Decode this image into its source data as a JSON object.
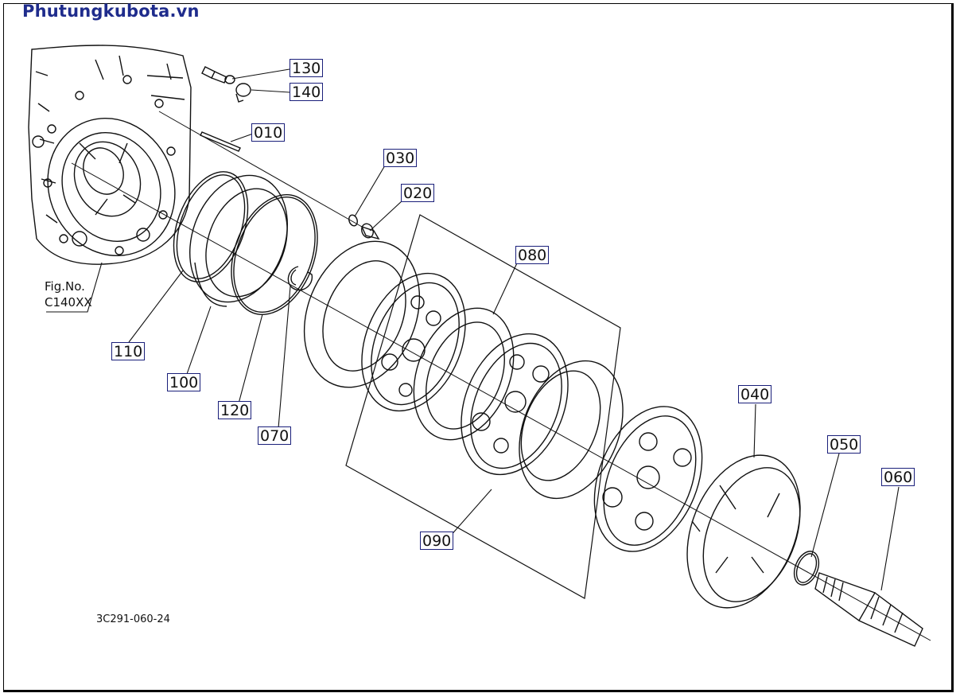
{
  "header": {
    "site_name": "Phutungkubota.vn"
  },
  "figure_reference": {
    "line1": "Fig.No.",
    "line2": "C140XX"
  },
  "drawing_number": "3C291-060-24",
  "callouts": {
    "p010": "010",
    "p020": "020",
    "p030": "030",
    "p040": "040",
    "p050": "050",
    "p060": "060",
    "p070": "070",
    "p080": "080",
    "p090": "090",
    "p100": "100",
    "p110": "110",
    "p120": "120",
    "p130": "130",
    "p140": "140"
  }
}
